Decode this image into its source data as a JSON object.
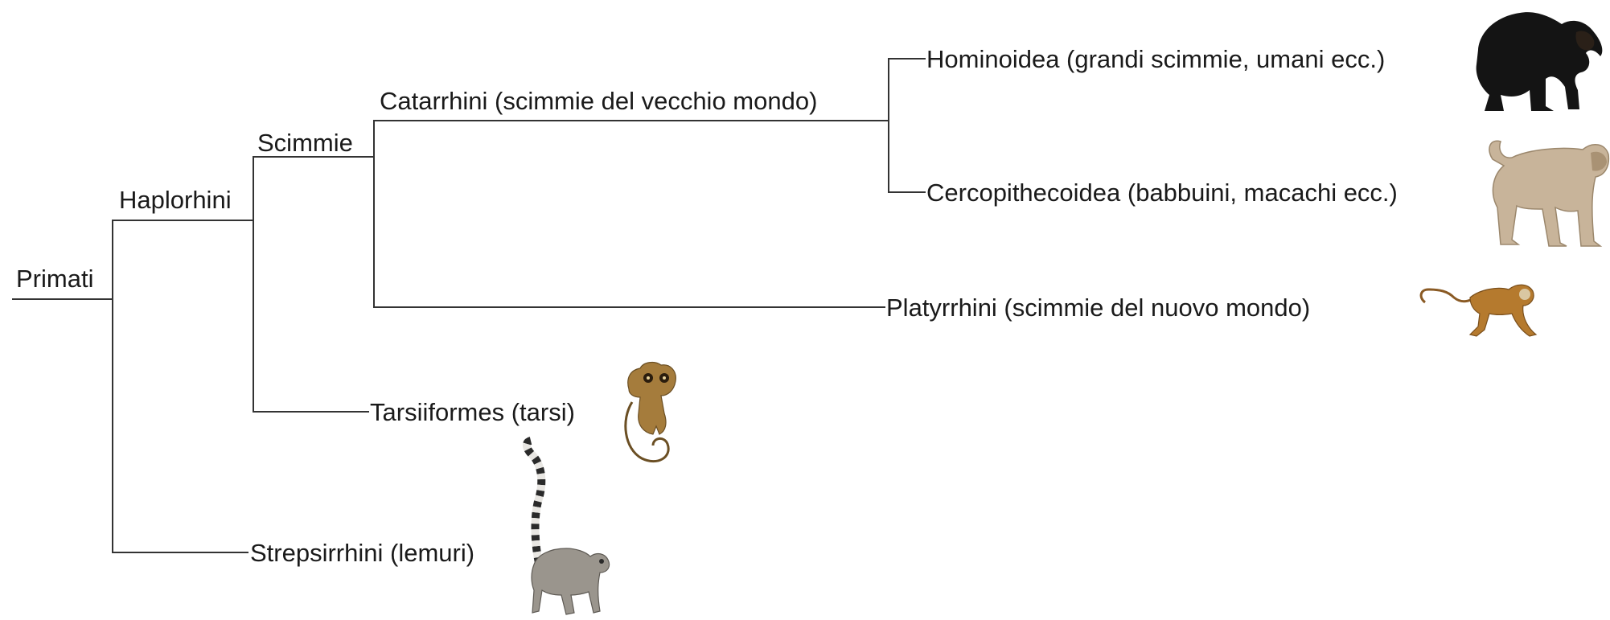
{
  "diagram": {
    "labels": {
      "primati": "Primati",
      "haplorhini": "Haplorhini",
      "scimmie": "Scimmie",
      "catarrhini": "Catarrhini (scimmie del vecchio mondo)",
      "hominoidea": "Hominoidea (grandi scimmie, umani ecc.)",
      "cercopithecoidea": "Cercopithecoidea (babbuini, macachi ecc.)",
      "platyrrhini": "Platyrrhini (scimmie del nuovo mondo)",
      "tarsiiformes": "Tarsiiformes (tarsi)",
      "strepsirrhini": "Strepsirrhini (lemuri)"
    },
    "illustrations": {
      "hominoidea": "chimpanzee-icon",
      "cercopithecoidea": "baboon-icon",
      "platyrrhini": "new-world-monkey-icon",
      "tarsiiformes": "tarsier-icon",
      "strepsirrhini": "ring-tailed-lemur-icon"
    },
    "colors": {
      "lines": "#333333",
      "text": "#1a1a1a",
      "chimpanzee": "#141414",
      "baboon": "#c8b49a",
      "monkey": "#b57a2e",
      "tarsier": "#a57c3c",
      "lemur": "#9a958d"
    }
  }
}
